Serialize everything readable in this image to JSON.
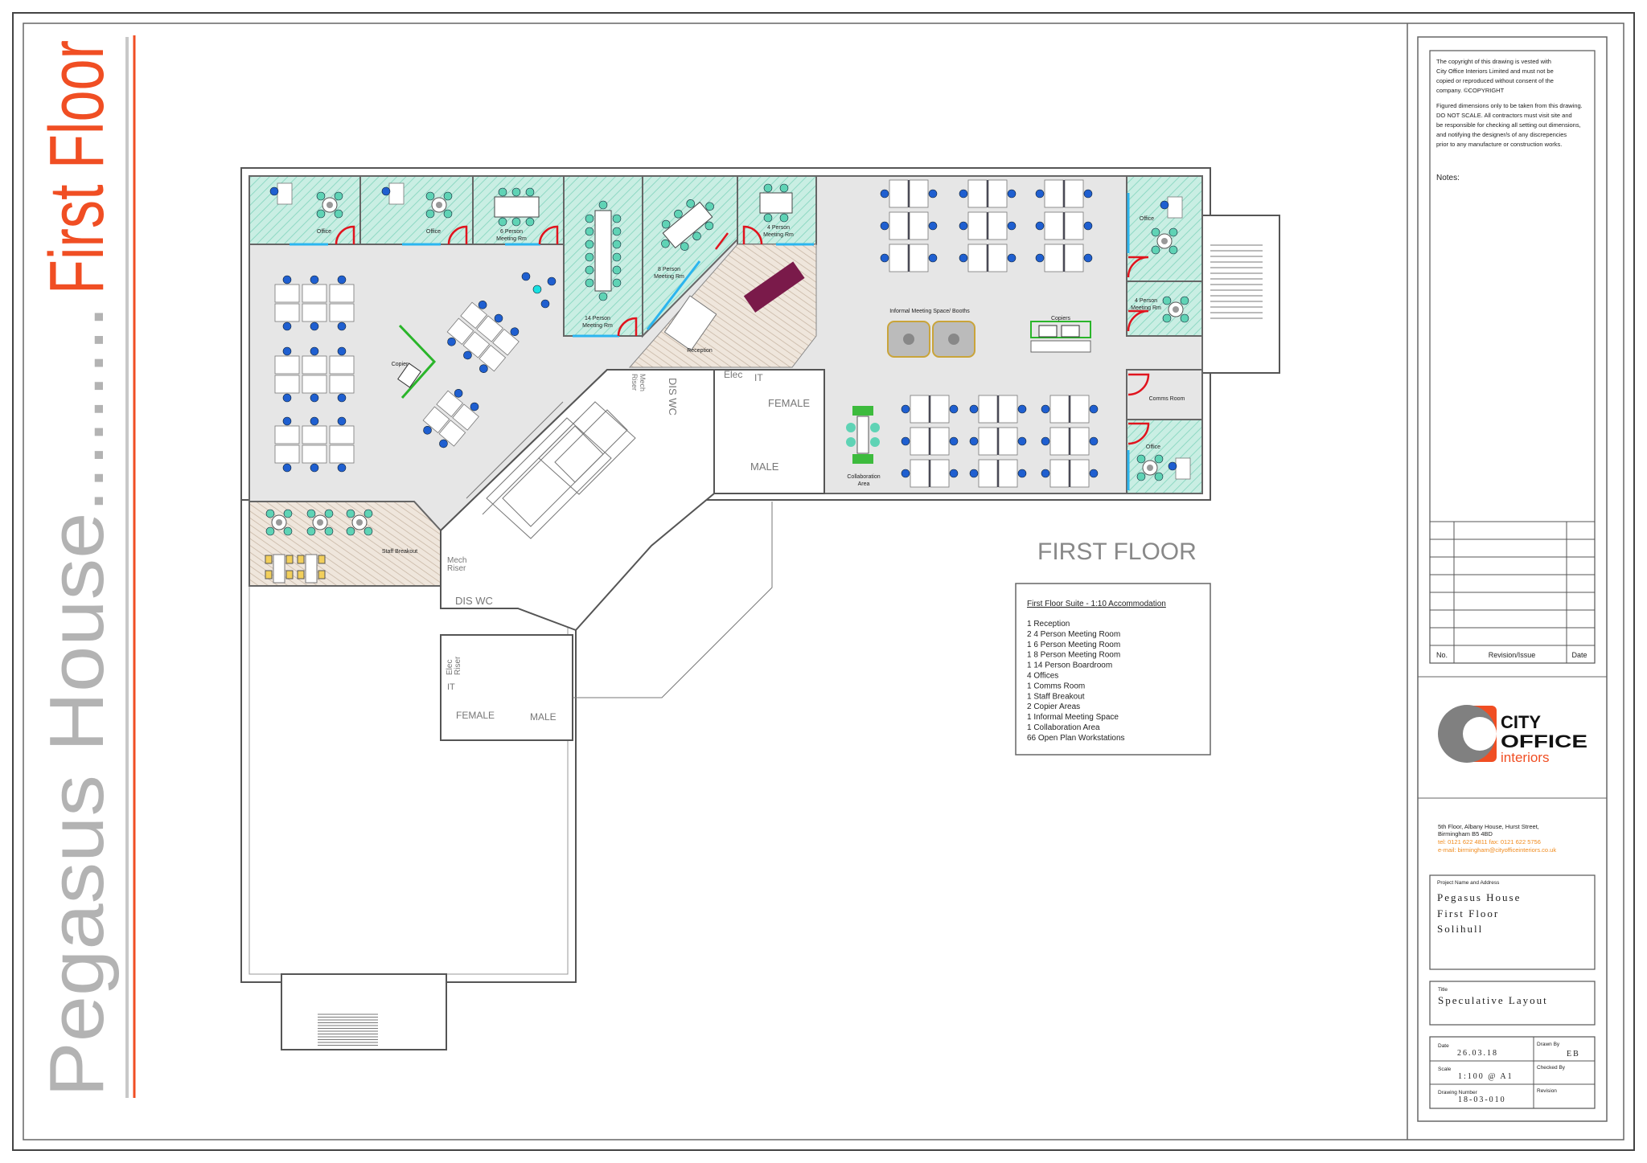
{
  "sheet": {
    "title_grey": "Pegasus House.........",
    "title_accent": "First Floor"
  },
  "plan": {
    "heading": "FIRST FLOOR",
    "labels": {
      "office_1": "Office",
      "office_2": "Office",
      "meeting_6_line1": "6 Person",
      "meeting_6_line2": "Meeting Rm",
      "meeting_4_line1": "4 Person",
      "meeting_4_line2": "Meeting Rm",
      "meeting_14_line1": "14 Person",
      "meeting_14_line2": "Meeting Rm",
      "meeting_8_line1": "8 Person",
      "meeting_8_line2": "Meeting Rm",
      "reception": "Reception",
      "copier": "Copier",
      "staff_breakout": "Staff Breakout",
      "informal": "Informal Meeting Space/ Booths",
      "copiers": "Copiers",
      "collab_line1": "Collaboration",
      "collab_line2": "Area",
      "comms_room": "Comms Room",
      "office_3": "Office",
      "meeting_4b_line1": "4 Person",
      "meeting_4b_line2": "Meeting Rm",
      "office_4": "Office",
      "mech_riser_1_line1": "Mech",
      "mech_riser_1_line2": "Riser",
      "dis_wc_1": "DIS WC",
      "elec_riser_1": "Elec",
      "it_1": "IT",
      "female_1": "FEMALE",
      "male_1": "MALE",
      "mech_riser_2_line1": "Mech",
      "mech_riser_2_line2": "Riser",
      "dis_wc_2": "DIS WC",
      "elec_riser_2_line1": "Elec",
      "elec_riser_2_line2": "Riser",
      "it_2": "IT",
      "female_2": "FEMALE",
      "male_2": "MALE"
    }
  },
  "accommodation": {
    "heading": "First Floor Suite - 1:10 Accommodation",
    "items": [
      "1 Reception",
      "2 4 Person Meeting Room",
      "1 6 Person Meeting Room",
      "1 8 Person Meeting Room",
      "1 14 Person Boardroom",
      "4 Offices",
      "1 Comms Room",
      "1 Staff Breakout",
      "2 Copier Areas",
      "1 Informal Meeting Space",
      "1 Collaboration Area",
      "66 Open Plan Workstations"
    ]
  },
  "title_block": {
    "copyright": [
      "The copyright of this drawing is vested with",
      "City Office Interiors Limited and must not be",
      "copied or reproduced without consent of the",
      "company.  ©COPYRIGHT"
    ],
    "disclaimer": [
      "Figured dimensions only to be taken from this drawing.",
      "DO NOT SCALE. All contractors must visit site and",
      "be responsible for checking all setting out dimensions,",
      "and notifying the designer/s of any discrepencies",
      "prior to any manufacture or construction works."
    ],
    "notes_label": "Notes:",
    "revision_headers": {
      "no": "No.",
      "revision": "Revision/Issue",
      "date": "Date"
    },
    "logo": {
      "line1": "CITY",
      "line2": "OFFICE",
      "line3": "interiors"
    },
    "address_line1": "5th Floor, Albany House, Hurst Street,",
    "address_line2": "Birmingham B5 4BD",
    "contact_line1": "tel: 0121 622 4811  fax: 0121 622 5756",
    "contact_line2": "e-mail: birmingham@cityofficeinteriors.co.uk",
    "project_label": "Project Name and Address",
    "project_lines": [
      "Pegasus House",
      "First Floor",
      "Solihull"
    ],
    "title_label": "Title",
    "title_value": "Speculative Layout",
    "date_label": "Date",
    "date_value": "26.03.18",
    "drawn_by_label": "Drawn By",
    "drawn_by_value": "EB",
    "scale_label": "Scale",
    "scale_value": "1:100 @ A1",
    "checked_by_label": "Checked By",
    "drawing_number_label": "Drawing Number",
    "drawing_number_value": "18-03-010",
    "revision_label": "Revision"
  },
  "colors": {
    "accent": "#f04e23",
    "title_grey": "#b3b3b3",
    "floor": "#e6e6e6",
    "room_teal": "#bfe9dd",
    "chair_blue": "#1f5fd0",
    "chair_teal": "#5fd3b5",
    "door_red": "#e0141e",
    "glass_blue": "#2bb5ef",
    "sofa": "#7a1a4a",
    "contact_orange": "#f08a1c"
  }
}
